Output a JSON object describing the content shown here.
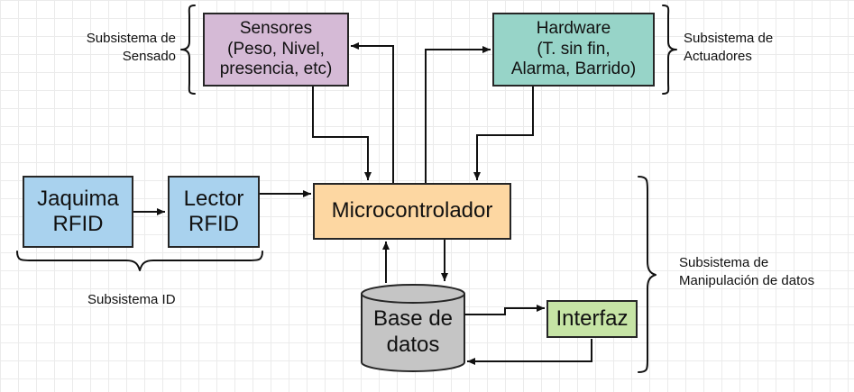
{
  "blocks": {
    "sensores": {
      "lines": [
        "Sensores",
        "(Peso, Nivel,",
        "presencia, etc)"
      ],
      "fill": "#d5bad6"
    },
    "hardware": {
      "lines": [
        "Hardware",
        "(T. sin fin,",
        "Alarma, Barrido)"
      ],
      "fill": "#97d4c8"
    },
    "jaquima": {
      "lines": [
        "Jaquima",
        "RFID"
      ],
      "fill": "#a9d2ee"
    },
    "lector": {
      "lines": [
        "Lector",
        "RFID"
      ],
      "fill": "#a9d2ee"
    },
    "micro": {
      "lines": [
        "Microcontrolador"
      ],
      "fill": "#fdd7a2"
    },
    "base_datos": {
      "lines": [
        "Base de",
        "datos"
      ],
      "fill": "#c5c5c5"
    },
    "interfaz": {
      "lines": [
        "Interfaz"
      ],
      "fill": "#c6e4a5"
    }
  },
  "labels": {
    "sensado": [
      "Subsistema de",
      "Sensado"
    ],
    "actuadores": [
      "Subsistema de",
      "Actuadores"
    ],
    "id": [
      "Subsistema ID"
    ],
    "manipulacion": [
      "Subsistema de",
      "Manipulación de datos"
    ]
  }
}
